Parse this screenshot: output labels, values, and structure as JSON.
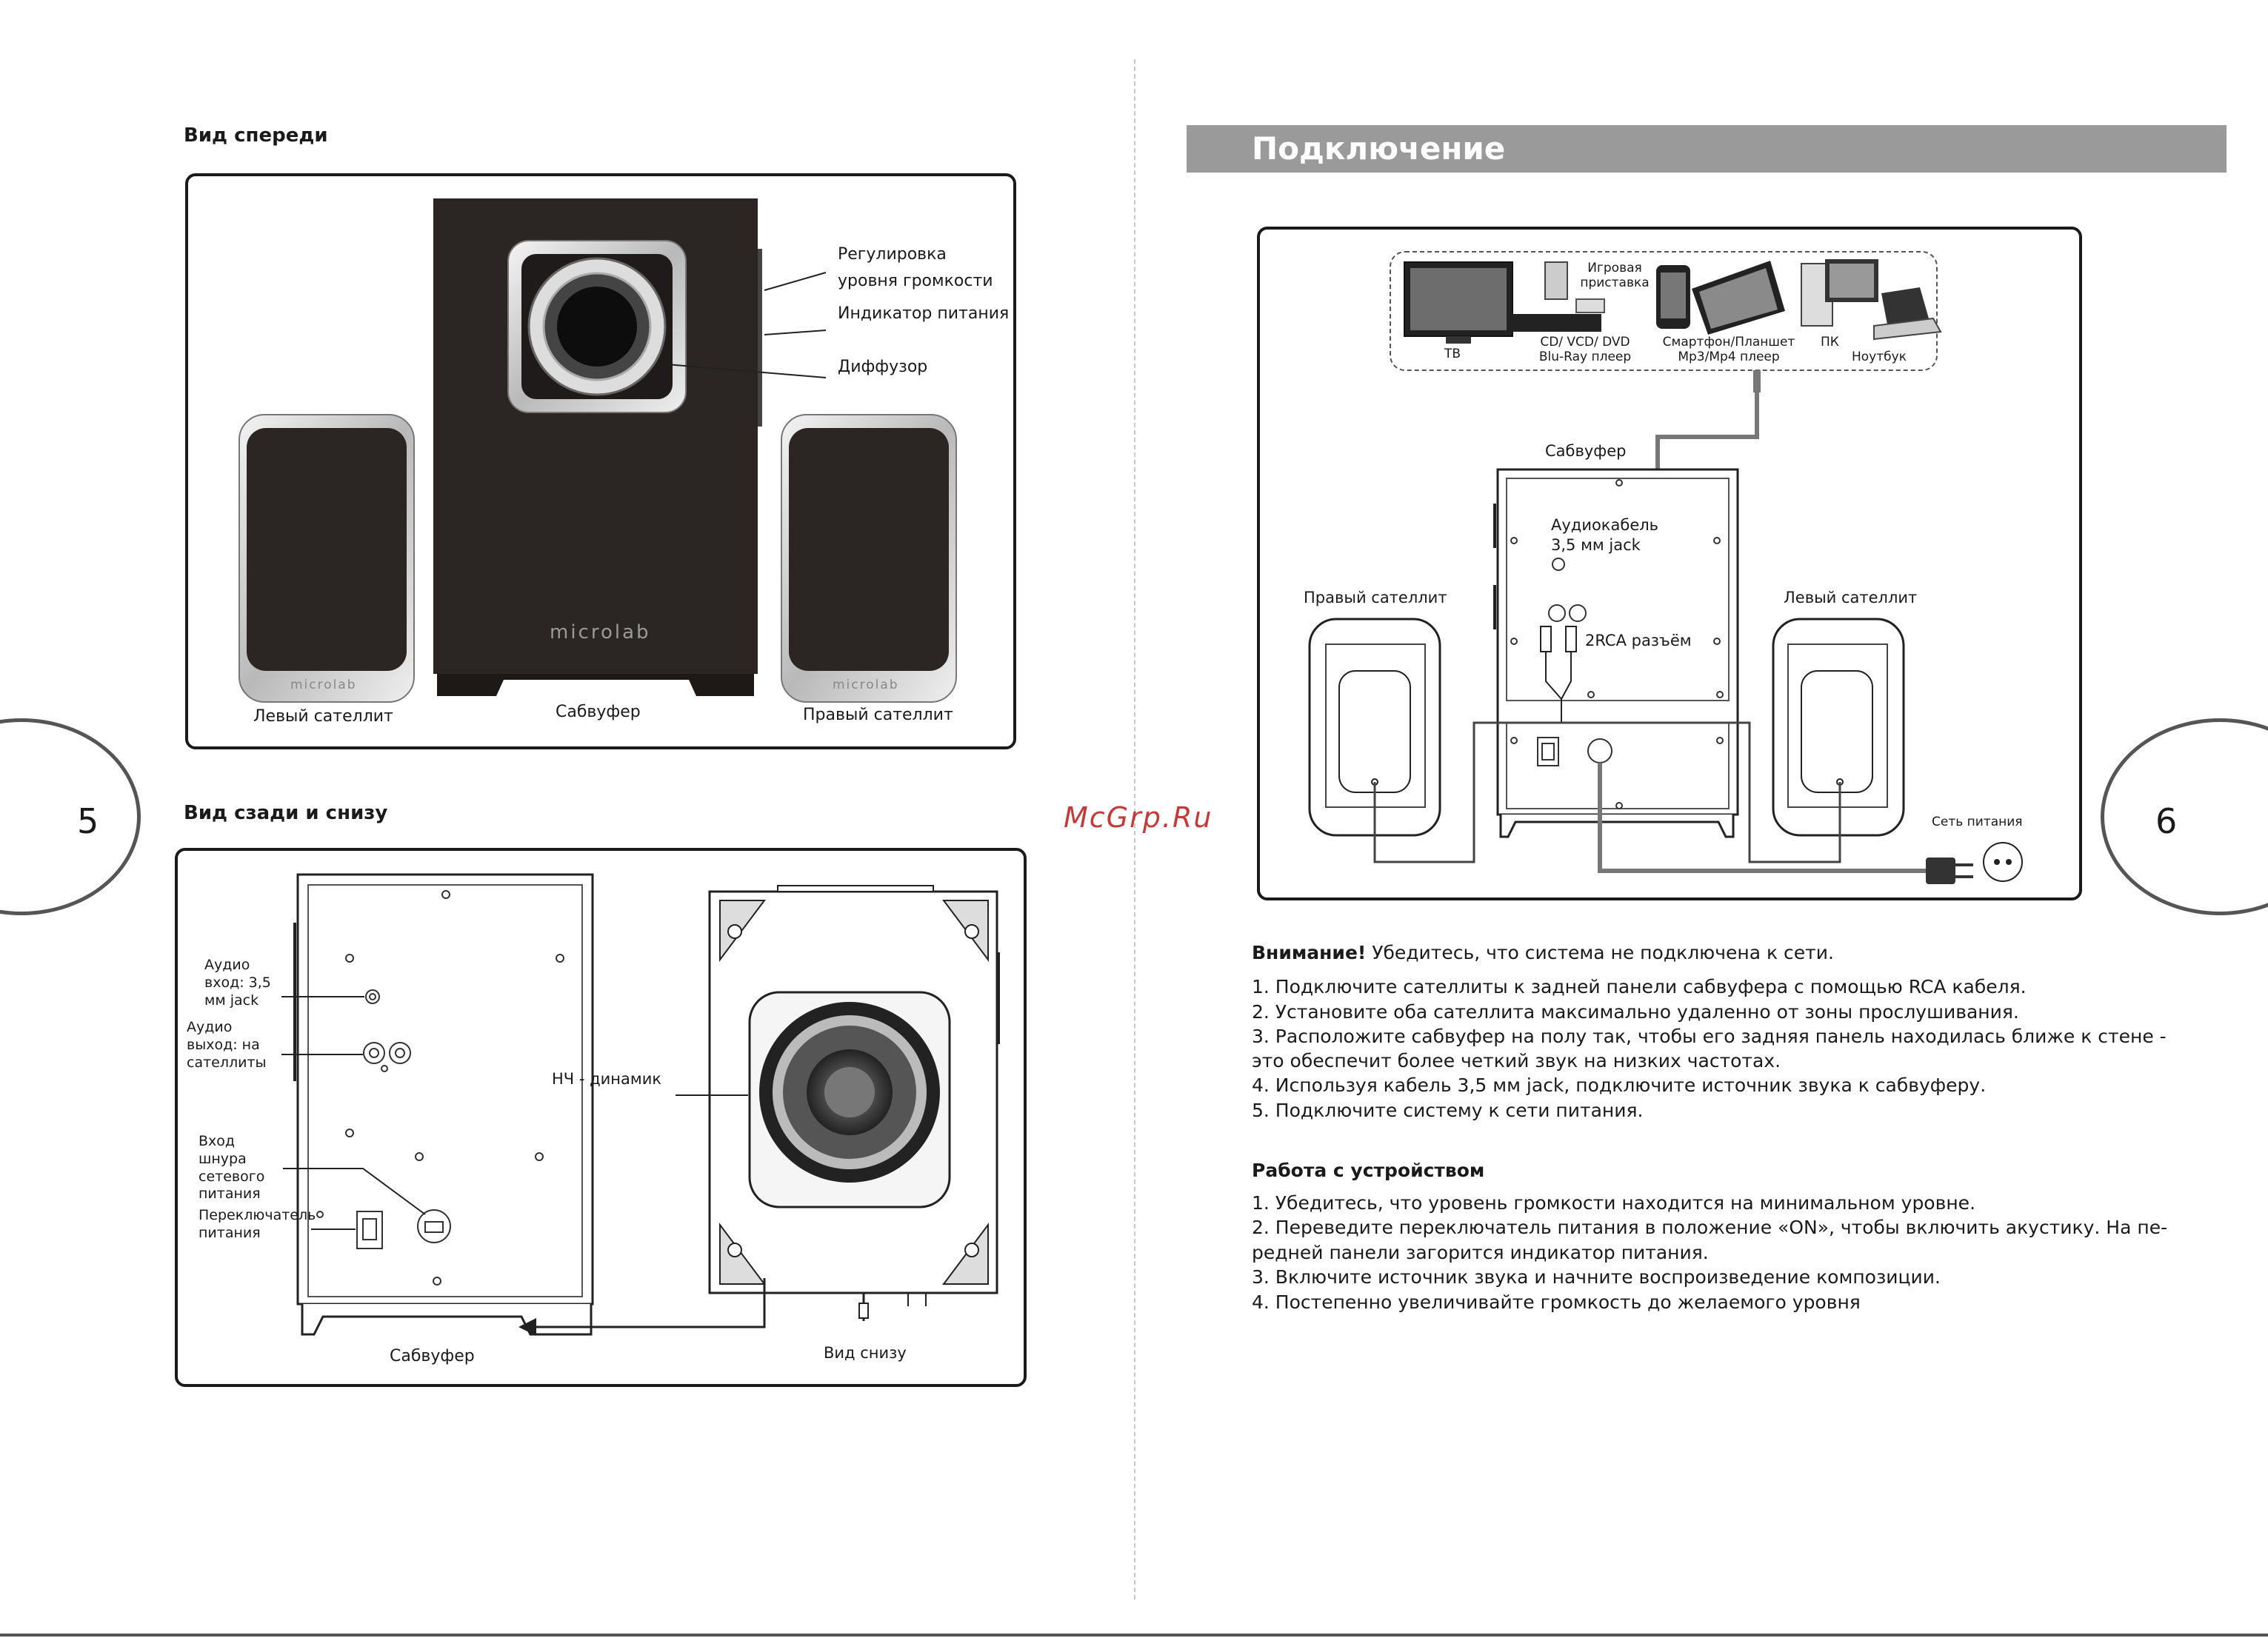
{
  "left_page": {
    "page_number": "5",
    "front_view": {
      "title": "Вид спереди",
      "brand_logo": "microlab",
      "callouts": [
        "Регулировка уровня громкости",
        "Индикатор питания",
        "Диффузор"
      ],
      "labels": {
        "left_satellite": "Левый сателлит",
        "subwoofer": "Сабвуфер",
        "right_satellite": "Правый сателлит"
      }
    },
    "rear_view": {
      "title": "Вид сзади и снизу",
      "callouts": {
        "audio_in": "Аудио вход: 3,5 мм jack",
        "audio_out": "Аудио выход: на сателлиты",
        "power_cord": "Вход шнура сетевого питания",
        "power_switch": "Переключатель питания",
        "woofer": "НЧ - динамик"
      },
      "labels": {
        "subwoofer": "Сабвуфер",
        "bottom_view": "Вид снизу"
      }
    }
  },
  "watermark": "McGrp.Ru",
  "right_page": {
    "page_number": "6",
    "header_title": "Подключение",
    "diagram": {
      "sources": {
        "tv": "ТВ",
        "console": "Игровая приставка",
        "player": "CD/ VCD/ DVD Blu-Ray плеер",
        "mobile": "Смартфон/Планшет Mp3/Mp4 плеер",
        "pc": "ПК",
        "laptop": "Ноутбук"
      },
      "subwoofer": "Сабвуфер",
      "audio_cable": "Аудиокабель 3,5 мм jack",
      "rca": "2RCA разъём",
      "right_satellite": "Правый сателлит",
      "left_satellite": "Левый сателлит",
      "mains": "Сеть питания"
    },
    "warning": {
      "bold": "Внимание!",
      "text": " Убедитесь, что система не подключена к сети."
    },
    "connection_steps": [
      "1. Подключите сателлиты к задней панели сабвуфера с помощью RCA кабеля.",
      "2. Установите оба сателлита максимально удаленно от зоны прослушивания.",
      "3. Расположите сабвуфер на полу так, чтобы его задняя панель находилась ближе к стене -",
      "это обеспечит более четкий звук на низких частотах.",
      "4. Используя кабель 3,5 мм jack, подключите источник звука к сабвуферу.",
      "5. Подключите систему к сети питания."
    ],
    "operation_title": "Работа с устройством",
    "operation_steps": [
      "1. Убедитесь, что уровень громкости находится на минимальном уровне.",
      "2. Переведите переключатель питания в положение «ON», чтобы включить акустику. На пе-",
      "редней панели загорится индикатор питания.",
      "3. Включите источник звука и начните воспроизведение композиции.",
      "4. Постепенно увеличивайте громкость до желаемого уровня"
    ]
  }
}
